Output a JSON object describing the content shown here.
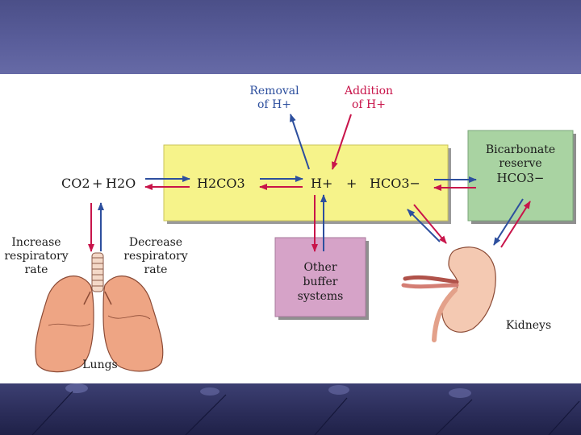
{
  "diagram": {
    "top_labels": {
      "removal_line1": "Removal",
      "removal_line2": "of H+",
      "addition_line1": "Addition",
      "addition_line2": "of H+"
    },
    "equation": {
      "co2": "CO2",
      "plus1": "+",
      "h2o": "H2O",
      "h2co3": "H2CO3",
      "hplus": "H+",
      "plus2": "+",
      "hco3": "HCO3−"
    },
    "bicarbonate_box": {
      "line1": "Bicarbonate",
      "line2": "reserve",
      "line3": "HCO3−"
    },
    "buffer_box": {
      "line1": "Other",
      "line2": "buffer",
      "line3": "systems"
    },
    "respiratory": {
      "increase_line1": "Increase",
      "increase_line2": "respiratory",
      "increase_line3": "rate",
      "decrease_line1": "Decrease",
      "decrease_line2": "respiratory",
      "decrease_line3": "rate"
    },
    "organs": {
      "lungs": "Lungs",
      "kidneys": "Kidneys"
    },
    "colors": {
      "yellow_box": "#f6f38a",
      "green_box": "#a9d3a2",
      "pink_box": "#d6a3c8",
      "red_arrow": "#c8144a",
      "blue_arrow": "#2d4f9e",
      "removal_text": "#2d4f9e",
      "addition_text": "#c8144a"
    }
  }
}
